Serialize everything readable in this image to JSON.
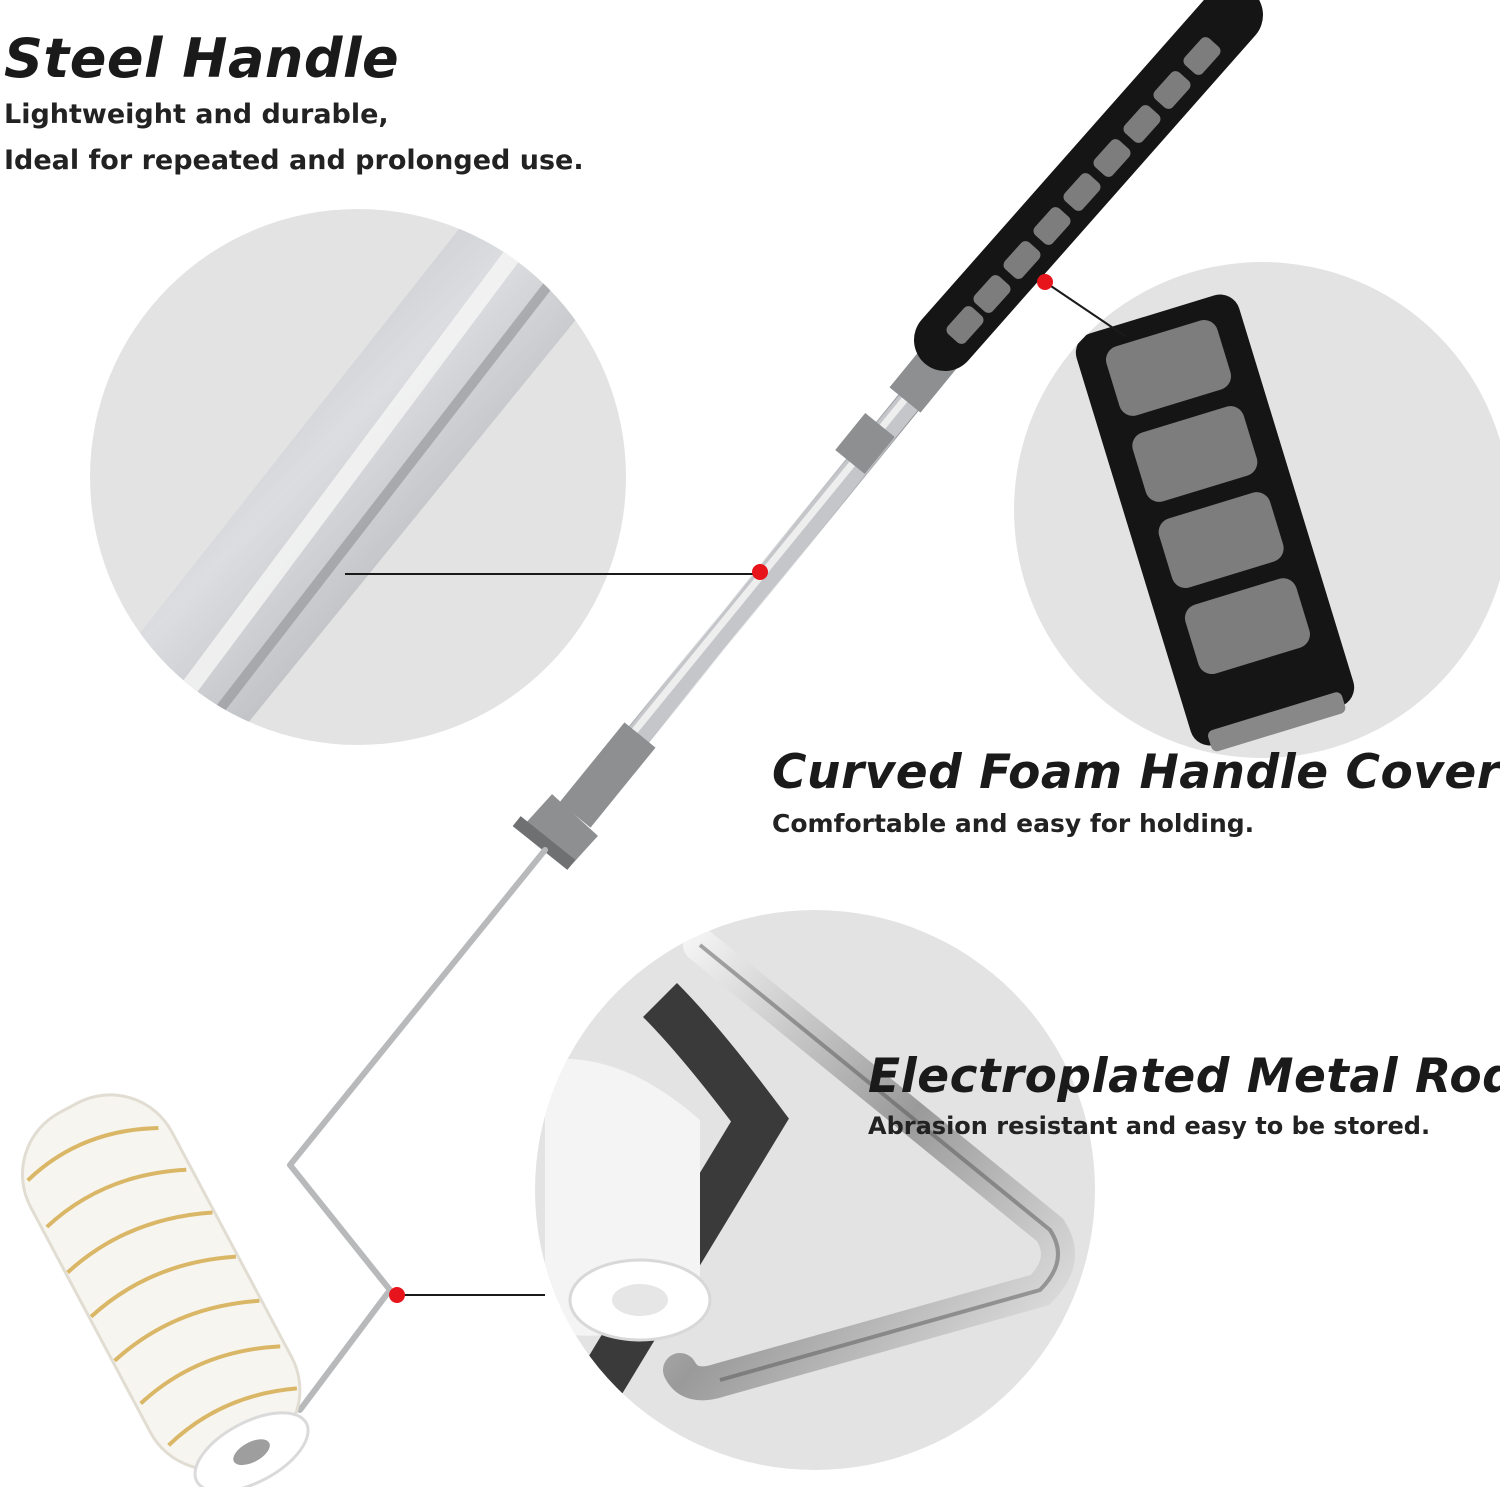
{
  "callouts": {
    "steel": {
      "title": "Steel Handle",
      "lines": [
        "Lightweight and durable,",
        "Ideal for repeated and prolonged use."
      ]
    },
    "foam": {
      "title": "Curved Foam Handle Cover",
      "lines": [
        "Comfortable and easy for holding."
      ]
    },
    "rod": {
      "title": "Electroplated Metal Rod",
      "lines": [
        "Abrasion resistant and easy to be stored."
      ]
    }
  },
  "colors": {
    "marker": "#e8141b",
    "foam": "#151515",
    "foam_pad": "#7d7d7d",
    "steel": "#c4c6c9",
    "collar": "#8e8f91",
    "lens_bg": "#e3e3e3",
    "roller_stripe": "#d6ad50"
  }
}
